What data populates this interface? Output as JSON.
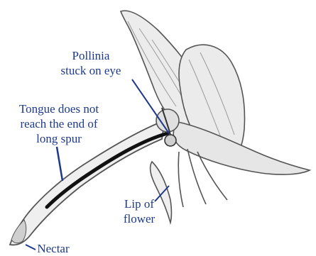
{
  "labels": {
    "pollinia": "Pollinia\nstuck on eye",
    "tongue": "Tongue does not\nreach the end of\nlong spur",
    "lip": "Lip of\nflower",
    "nectar": "Nectar"
  },
  "colors": {
    "label_text": "#1d3a8a",
    "leader_line": "#1d3a8a",
    "outline": "#555555",
    "fill": "#ebebeb",
    "tongue": "#111111",
    "nectar": "#cfcfcf"
  }
}
